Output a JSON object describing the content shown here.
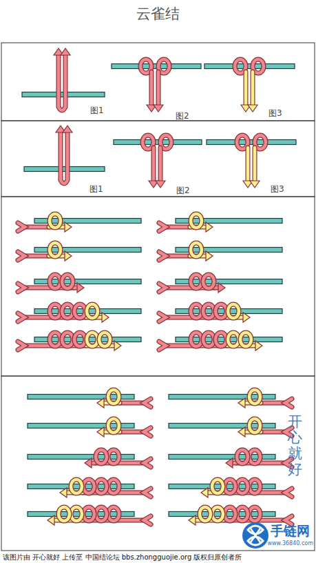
{
  "diagram": {
    "title": "云雀结",
    "caption": "该图片由 开心就好 上传至 中国结论坛 bbs.zhongguojie.org 版权归原创者所",
    "labels": [
      "图1",
      "图2",
      "图3",
      "图1",
      "图2",
      "图3",
      "开心就好",
      "手链网",
      "www.36840.com"
    ]
  }
}
